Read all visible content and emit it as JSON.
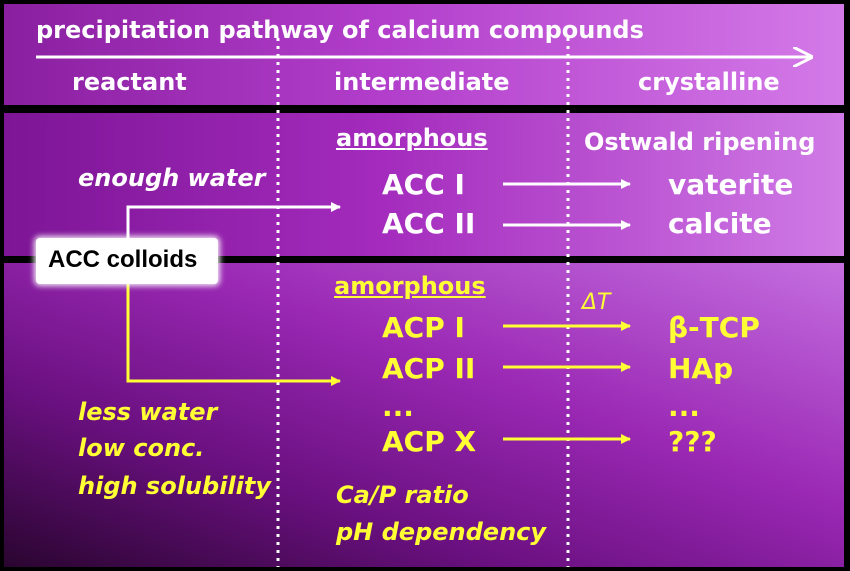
{
  "header": {
    "title": "precipitation pathway of calcium compounds",
    "columns": [
      "reactant",
      "intermediate",
      "crystalline"
    ]
  },
  "calcium": {
    "condition": "enough water",
    "amorphous_label": "amorphous",
    "ripening_label": "Ostwald ripening",
    "intermediates": [
      "ACC I",
      "ACC II"
    ],
    "products": [
      "vaterite",
      "calcite"
    ]
  },
  "source": {
    "label": "ACC colloids"
  },
  "phosphate": {
    "amorphous_label": "amorphous",
    "delta_label": "ΔT",
    "intermediates": [
      "ACP I",
      "ACP II",
      "...",
      "ACP X"
    ],
    "products": [
      "β-TCP",
      "HAp",
      "...",
      "???"
    ],
    "conditions": [
      "less water",
      "low conc.",
      "high solubility"
    ],
    "dependencies": [
      "Ca/P ratio",
      "pH dependency"
    ]
  },
  "colors": {
    "white_text": "#ffffff",
    "yellow_text": "#ffff33",
    "border": "#000000"
  }
}
